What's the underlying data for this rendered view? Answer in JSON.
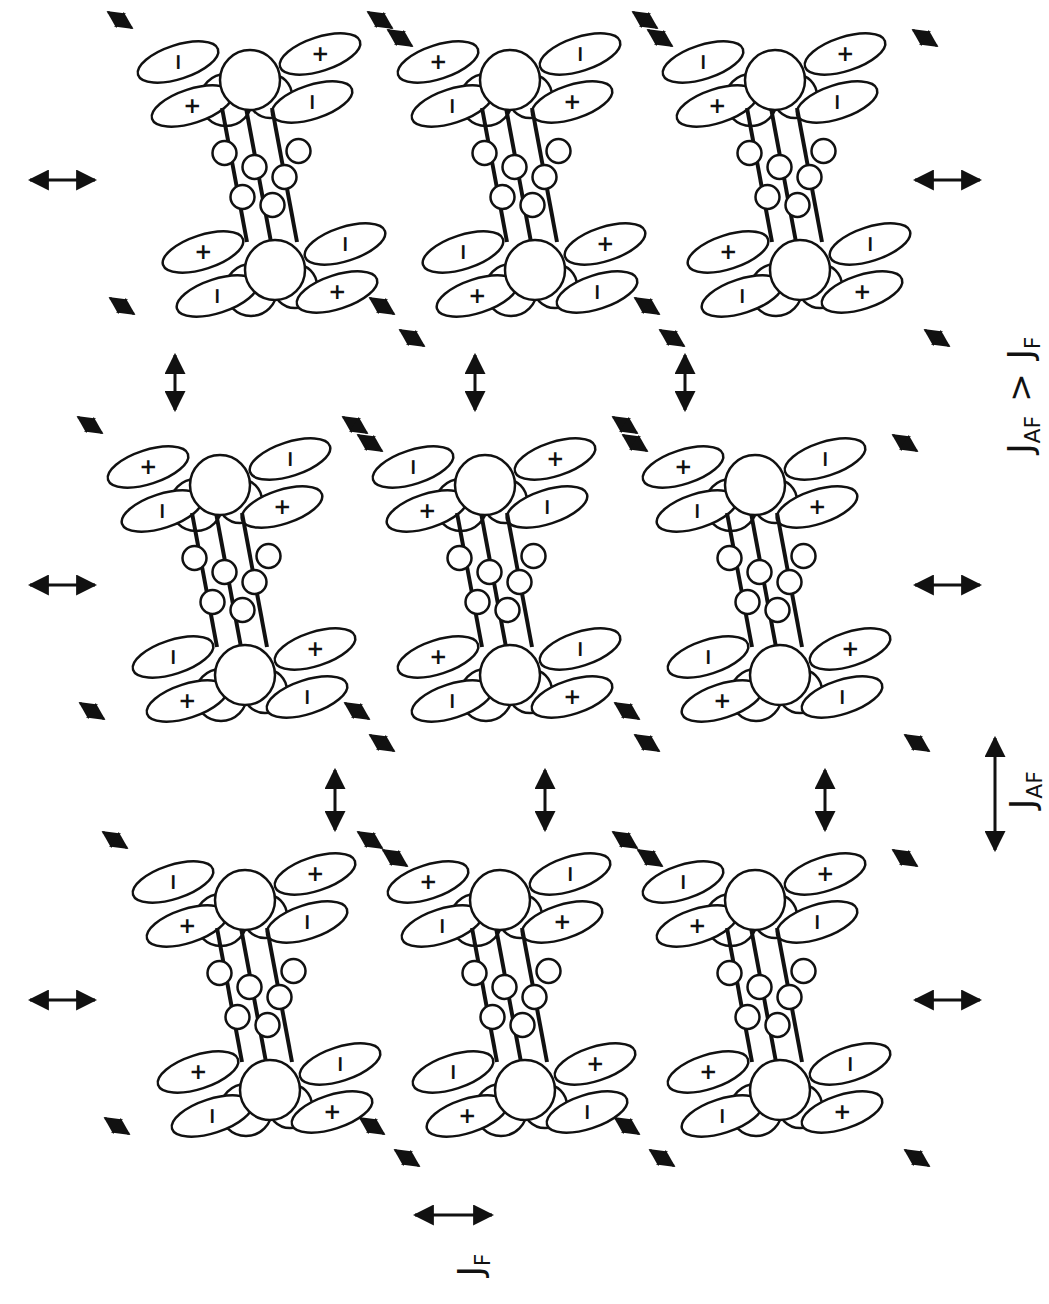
{
  "diagram": {
    "labels": [
      "J",
      "F",
      "J",
      "AF",
      "J",
      "AF",
      ">",
      "J",
      "F",
      "−",
      "+",
      "+",
      "−",
      "+",
      "−",
      "−",
      "+",
      "+",
      "−",
      "−",
      "+",
      "−",
      "+",
      "+",
      "−",
      "−",
      "+",
      "+",
      "−",
      "+",
      "−",
      "−",
      "+",
      "+",
      "−",
      "−",
      "+",
      "−",
      "+",
      "+",
      "−",
      "−",
      "+",
      "+",
      "−",
      "+",
      "−",
      "−",
      "+",
      "+",
      "−",
      "−",
      "+",
      "−",
      "+",
      "+",
      "−",
      "−",
      "+",
      "+",
      "−",
      "+",
      "−",
      "−",
      "+",
      "+",
      "−",
      "−",
      "+",
      "−",
      "+",
      "+",
      "−",
      "−",
      "+",
      "+",
      "−",
      "+",
      "−",
      "−",
      "+"
    ]
  }
}
